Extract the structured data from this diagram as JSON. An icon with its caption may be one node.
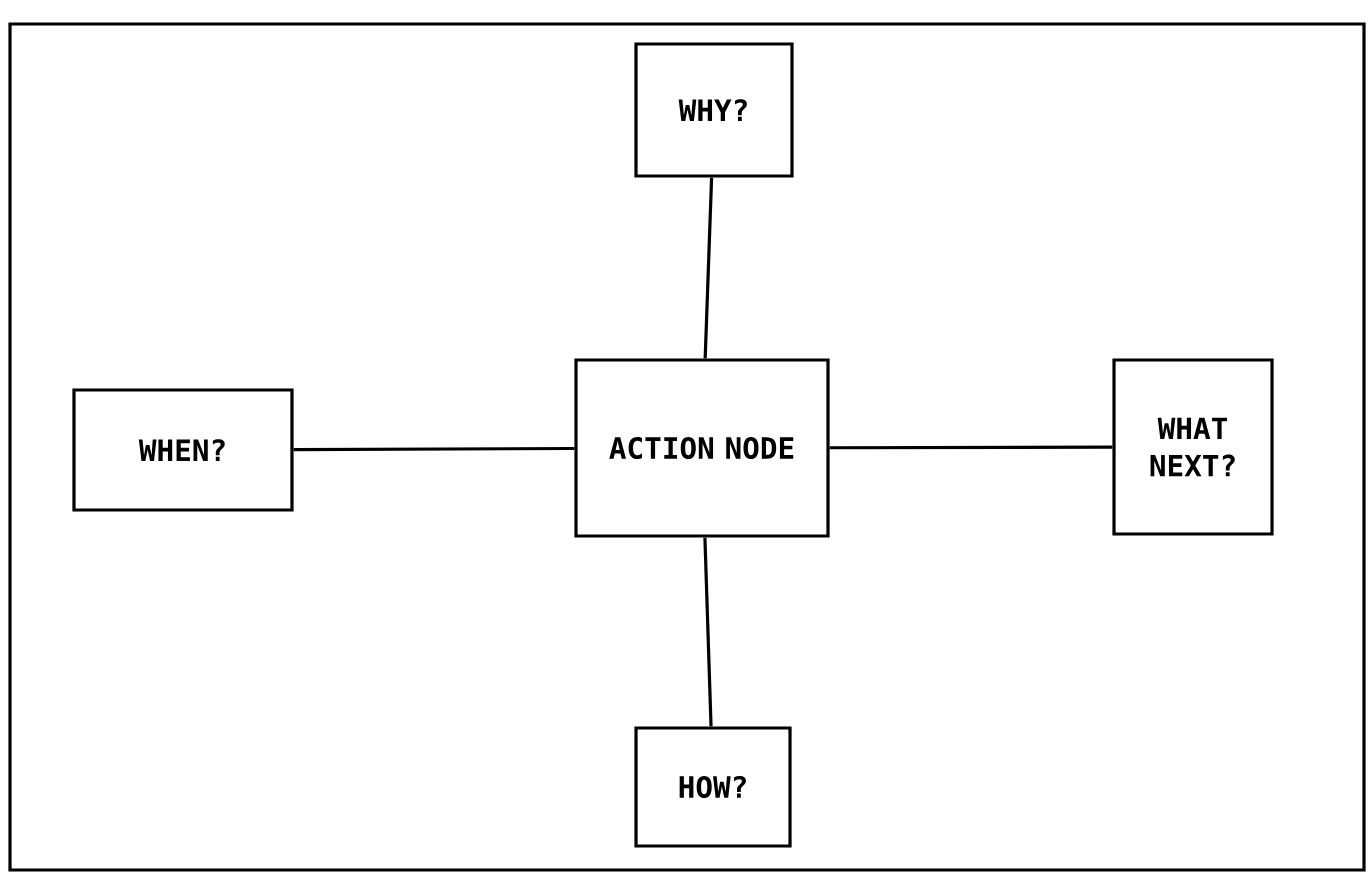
{
  "diagram": {
    "nodes": [
      {
        "text": [
          "WHY?"
        ]
      },
      {
        "text": [
          "WHEN?"
        ]
      },
      {
        "text": [
          "ACTION NODE"
        ]
      },
      {
        "text": [
          "WHAT NEXT?"
        ]
      },
      {
        "text": [
          "HOW?"
        ]
      }
    ],
    "edges": [
      {
        "from": 2,
        "to": 0,
        "arrow": "none"
      },
      {
        "from": 1,
        "to": 2,
        "arrow": "none"
      },
      {
        "from": 2,
        "to": 3,
        "arrow": "none"
      },
      {
        "from": 2,
        "to": 4,
        "arrow": "none"
      }
    ]
  }
}
